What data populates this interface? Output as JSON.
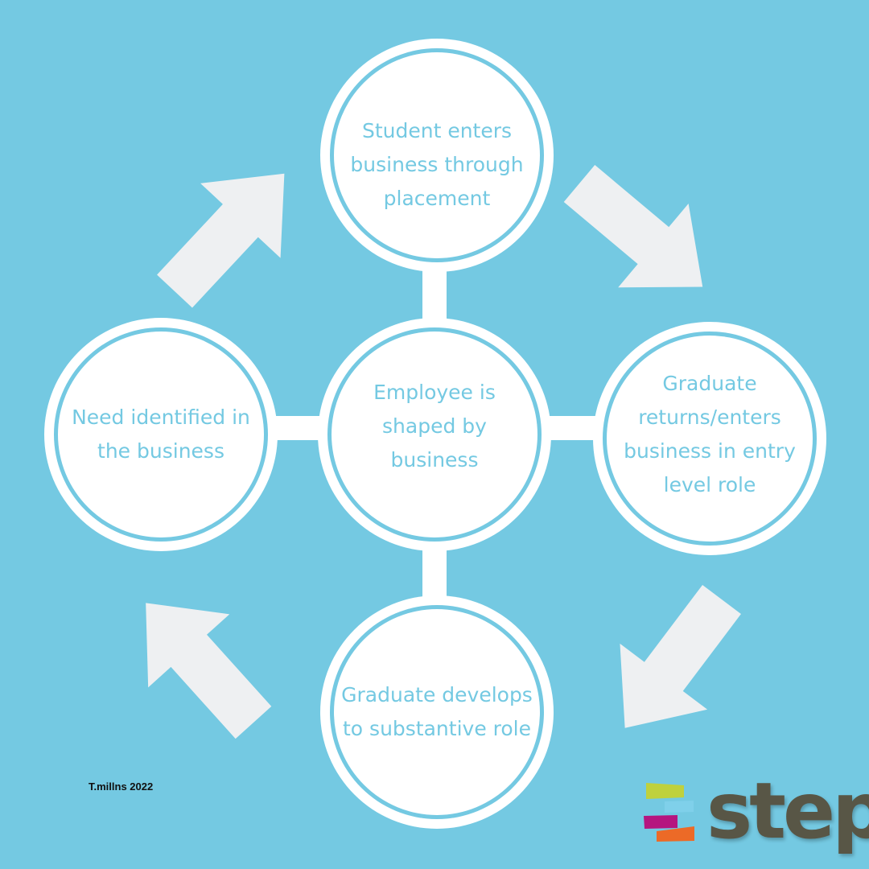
{
  "nodes": {
    "center": "Employee is shaped by business",
    "top": "Student enters business through placement",
    "right": "Graduate returns/enters business in entry level role",
    "bottom": "Graduate develops to substantive role",
    "left": "Need identified in the business"
  },
  "credit": "T.millns 2022",
  "logo": {
    "text": "step",
    "bar_colors": [
      "#bfd13d",
      "#7fd0ea",
      "#b5157f",
      "#ec6a27"
    ]
  },
  "colors": {
    "background": "#74c9e2",
    "circle": "#ffffff",
    "arrow": "#eef0f2",
    "text": "#74c9e2",
    "logo_text": "#585646"
  }
}
